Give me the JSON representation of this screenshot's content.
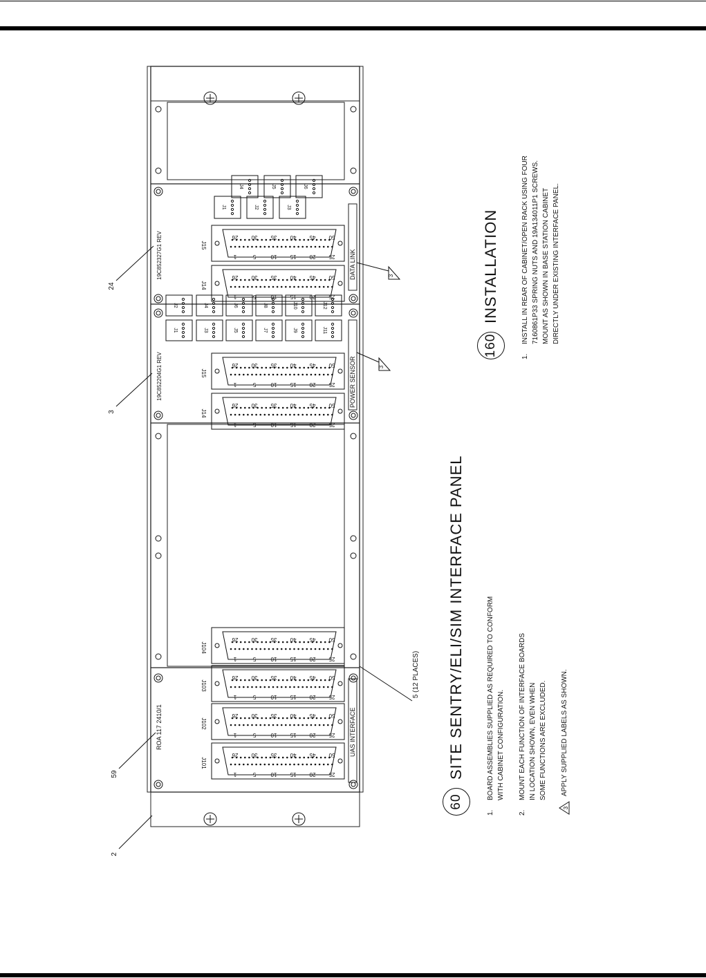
{
  "panels": {
    "uas": {
      "label": "UAS INTERFACE",
      "part": "ROA 117 2410/1",
      "connectors": [
        "J101",
        "J102",
        "J103",
        "J104"
      ]
    },
    "power": {
      "label": "POWER SENSOR",
      "part": "19C852204G1 REV",
      "connectors": [
        "J14",
        "J15"
      ],
      "jacks": [
        "J1",
        "J2",
        "J3",
        "J4",
        "J5",
        "J6",
        "J7",
        "J8",
        "J9",
        "J10",
        "J11",
        "J12"
      ]
    },
    "data": {
      "label": "DATA LINK",
      "part": "19C852327G1 REV",
      "connectors": [
        "J14",
        "J15"
      ],
      "jacks": [
        "J1",
        "J2",
        "J3",
        "J4",
        "J5",
        "J6"
      ]
    }
  },
  "connector_pins": {
    "top": [
      "26",
      "30",
      "35",
      "40",
      "45",
      "50"
    ],
    "bottom": [
      "1",
      "5",
      "10",
      "15",
      "20",
      "25"
    ]
  },
  "callouts": {
    "c2": "2",
    "c59": "59",
    "c3": "3",
    "c24": "24",
    "c5": "5 (12 PLACES)",
    "note_ref": "3"
  },
  "notes": {
    "circle": "60",
    "title": "SITE SENTRY/ELI/SIM INTERFACE PANEL",
    "items": [
      {
        "num": "1.",
        "text": "BOARD ASSEMBLIES SUPPLIED AS REQUIRED TO CONFORM\nWITH CABINET CONFIGURATION."
      },
      {
        "num": "2.",
        "text": "MOUNT EACH FUNCTION OF INTERFACE BOARDS\nIN LOCATION SHOWN, EVEN WHEN\nSOME FUNCTIONS ARE EXCLUDED."
      }
    ],
    "tri_text": "APPLY SUPPLIED LABELS AS SHOWN."
  },
  "installation": {
    "circle": "160",
    "title": "INSTALLATION",
    "items": [
      {
        "num": "1.",
        "text": "INSTALL IN REAR OF CABINET/OPEN RACK USING FOUR\n7160861P33 SPRING NUTS AND 19A134011P1 SCREWS.\nMOUNT AS SHOWN IN BASE STATION CABINET\nDIRECTLY UNDER EXISTING INTERFACE PANEL."
      }
    ]
  }
}
